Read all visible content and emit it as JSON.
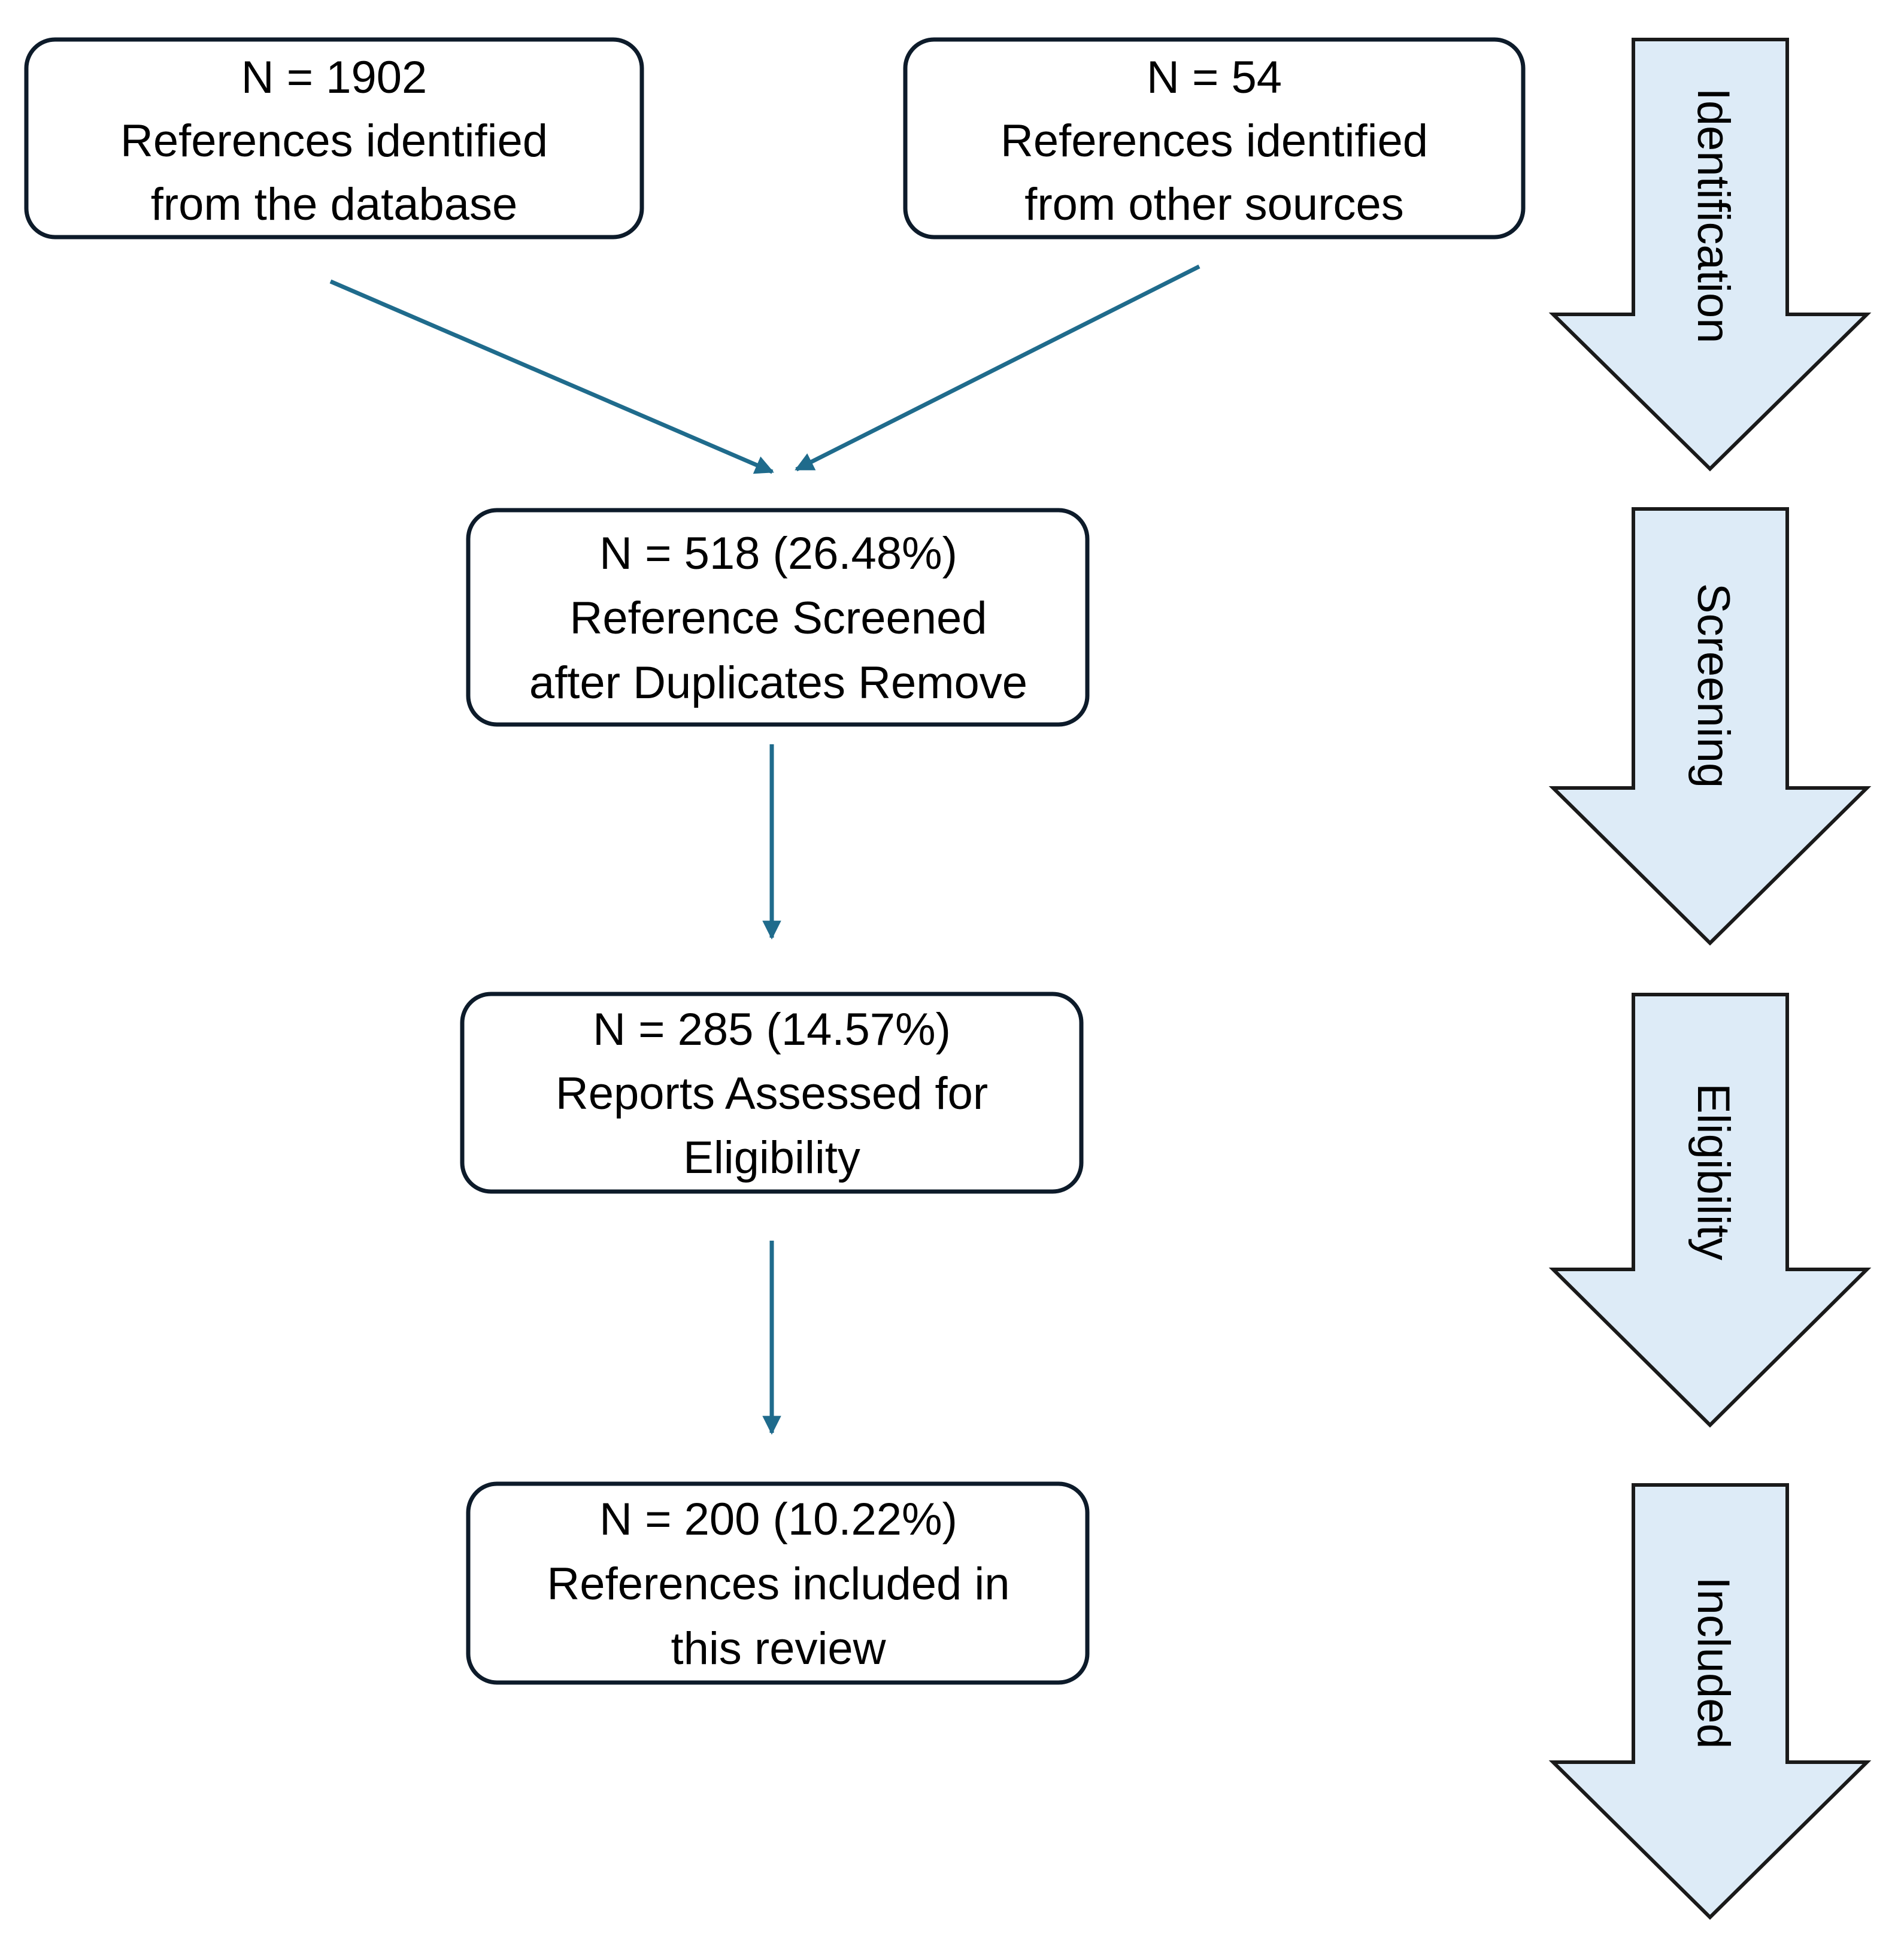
{
  "colors": {
    "connector": "#1f6b8c",
    "phase_fill": "#ddebf7",
    "box_border": "#0d1b2a"
  },
  "boxes": {
    "database": {
      "count": "N = 1902",
      "line1": "References identified",
      "line2": "from the database"
    },
    "other": {
      "count": "N = 54",
      "line1": "References identified",
      "line2": "from other sources"
    },
    "screened": {
      "count": "N = 518 (26.48%)",
      "line1": "Reference Screened",
      "line2": "after Duplicates Remove"
    },
    "assessed": {
      "count": "N = 285 (14.57%)",
      "line1": "Reports Assessed for",
      "line2": "Eligibility"
    },
    "included": {
      "count": "N = 200 (10.22%)",
      "line1": "References included in",
      "line2": "this review"
    }
  },
  "phases": {
    "identification": "Identification",
    "screening": "Screening",
    "eligibility": "Eligibility",
    "included": "Included"
  }
}
